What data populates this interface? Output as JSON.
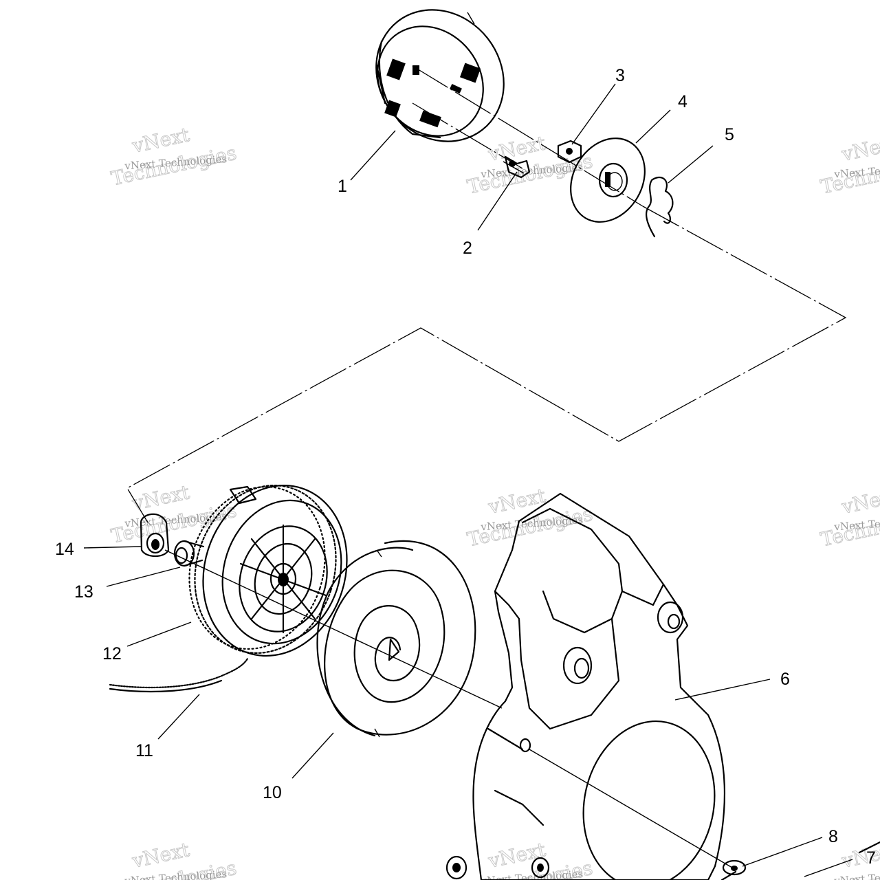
{
  "callouts": [
    {
      "label": "1"
    },
    {
      "label": "2"
    },
    {
      "label": "3"
    },
    {
      "label": "4"
    },
    {
      "label": "5"
    },
    {
      "label": "6"
    },
    {
      "label": "7"
    },
    {
      "label": "8"
    },
    {
      "label": "10"
    },
    {
      "label": "11"
    },
    {
      "label": "12"
    },
    {
      "label": "13"
    },
    {
      "label": "14"
    }
  ],
  "watermark": {
    "small_text": "vNext Technologies",
    "big_line1": "vNext",
    "big_line2": "Technologies",
    "color": "#c4c4c4"
  }
}
